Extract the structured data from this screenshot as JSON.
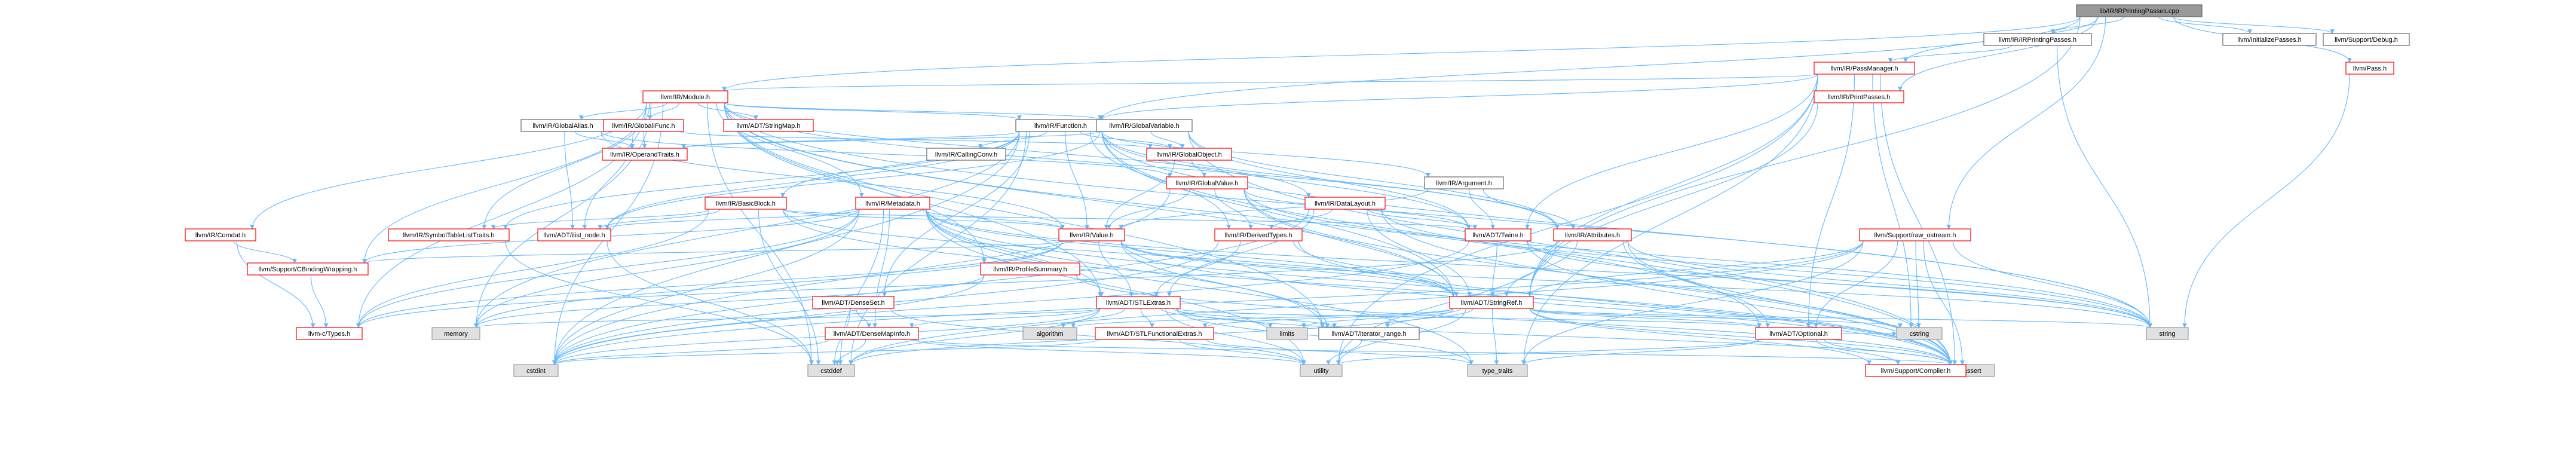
{
  "colors": {
    "root_fill": "#999999",
    "root_border": "#666666",
    "node_fill": "#ffffff",
    "external_fill": "#e0e0e0",
    "red_border": "#ff0000",
    "black_border": "#666666",
    "gray_border": "#999999",
    "edge": "#63b8ff",
    "text": "#000000"
  },
  "nodes": {
    "root": "lib/IR/IRPrintingPasses.cpp",
    "irprintingpasses": "llvm/IR/IRPrintingPasses.h",
    "initializepasses": "llvm/InitializePasses.h",
    "debug": "llvm/Support/Debug.h",
    "passmanager": "llvm/IR/PassManager.h",
    "pass": "llvm/Pass.h",
    "printpasses": "llvm/IR/PrintPasses.h",
    "module": "llvm/IR/Module.h",
    "function": "llvm/IR/Function.h",
    "globalvariable": "llvm/IR/GlobalVariable.h",
    "globalalias": "llvm/IR/GlobalAlias.h",
    "globalifunc": "llvm/IR/GlobalIFunc.h",
    "stringmap": "llvm/ADT/StringMap.h",
    "operandtraits": "llvm/IR/OperandTraits.h",
    "callingconv": "llvm/IR/CallingConv.h",
    "globalobject": "llvm/IR/GlobalObject.h",
    "globalvalue": "llvm/IR/GlobalValue.h",
    "argument": "llvm/IR/Argument.h",
    "basicblock": "llvm/IR/BasicBlock.h",
    "metadata": "llvm/IR/Metadata.h",
    "datalayout": "llvm/IR/DataLayout.h",
    "comdat": "llvm/IR/Comdat.h",
    "symboltablelisttraits": "llvm/IR/SymbolTableListTraits.h",
    "ilist_node": "llvm/ADT/ilist_node.h",
    "value": "llvm/IR/Value.h",
    "derivedtypes": "llvm/IR/DerivedTypes.h",
    "twine": "llvm/ADT/Twine.h",
    "attributes": "llvm/IR/Attributes.h",
    "raw_ostream": "llvm/Support/raw_ostream.h",
    "cbindingwrapping": "llvm/Support/CBindingWrapping.h",
    "profilesummary": "llvm/IR/ProfileSummary.h",
    "densemap_set": "llvm/ADT/DenseSet.h",
    "stlextras": "llvm/ADT/STLExtras.h",
    "stringref": "llvm/ADT/StringRef.h",
    "ctypes": "llvm-c/Types.h",
    "memory": "memory",
    "densemapinfo": "llvm/ADT/DenseMapInfo.h",
    "algorithm": "algorithm",
    "limits": "limits",
    "stlfunctionalextras": "llvm/ADT/STLFunctionalExtras.h",
    "iterator_range": "llvm/ADT/iterator_range.h",
    "optional": "llvm/ADT/Optional.h",
    "cstring": "cstring",
    "string": "string",
    "cstdint": "cstdint",
    "cstddef": "cstddef",
    "utility": "utility",
    "type_traits": "type_traits",
    "cassert": "cassert",
    "compiler": "llvm/Support/Compiler.h"
  }
}
